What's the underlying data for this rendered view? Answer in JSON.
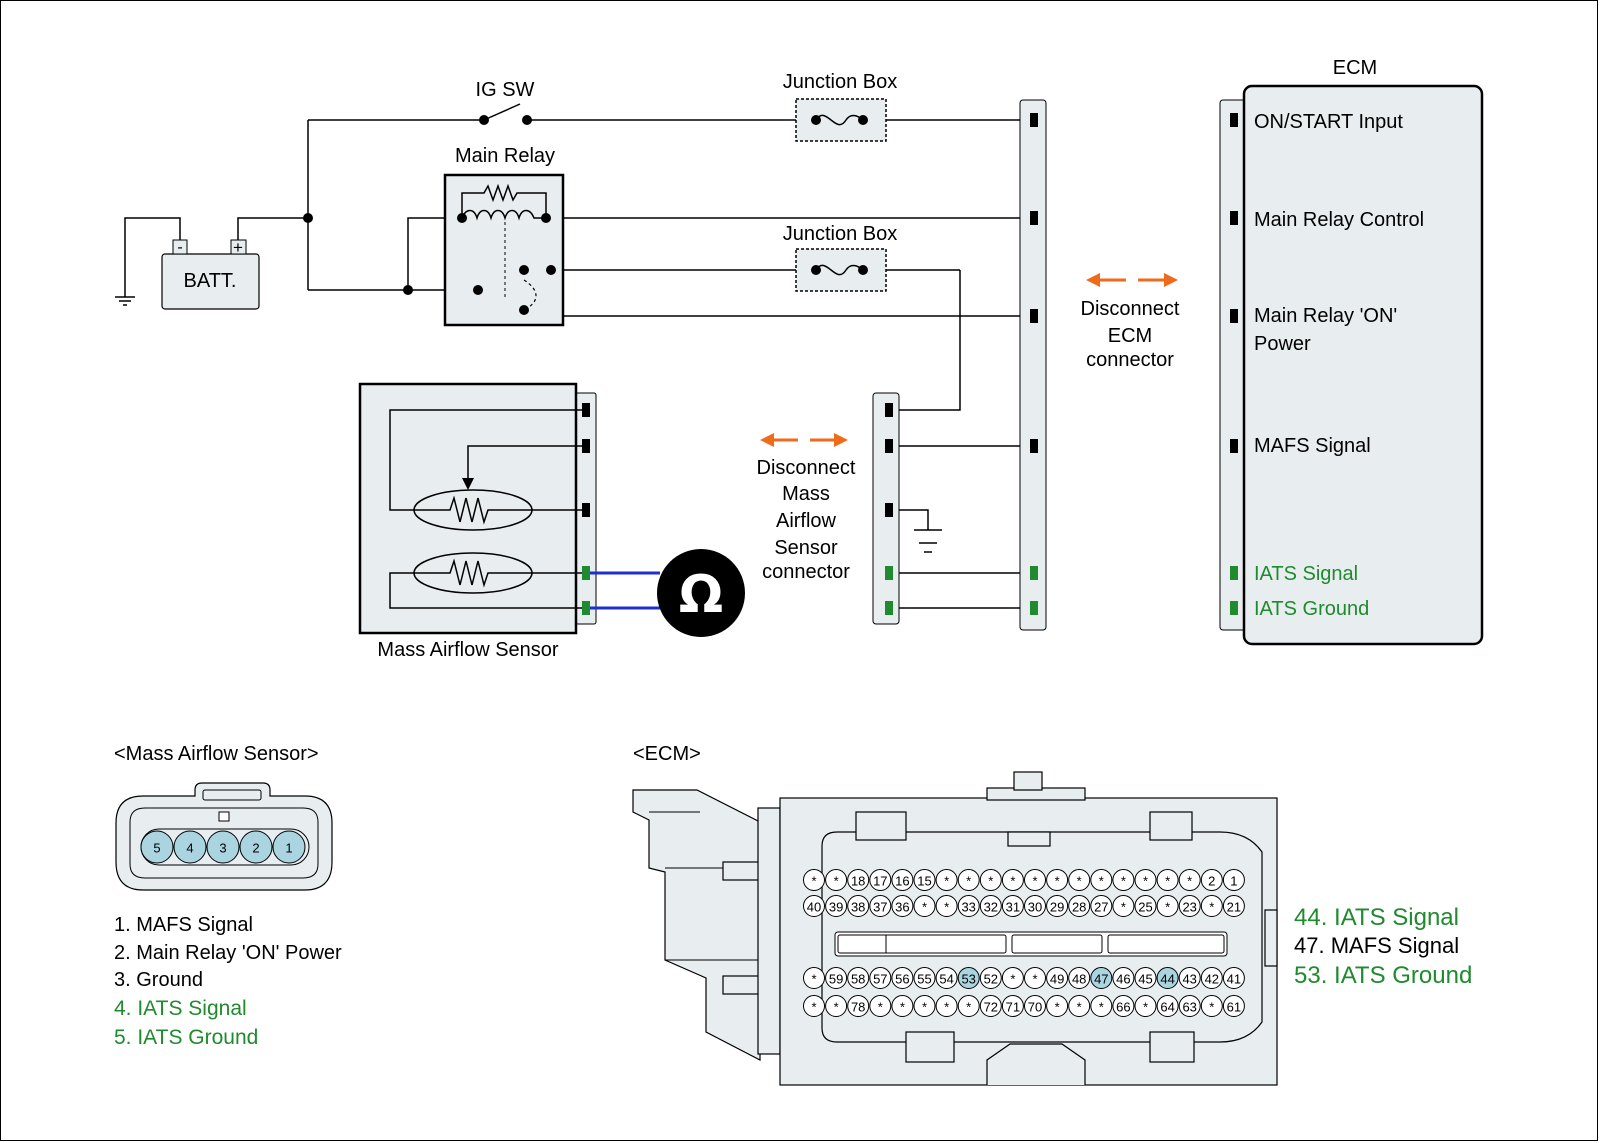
{
  "labels": {
    "ig_sw": "IG SW",
    "junction_box_top": "Junction Box",
    "junction_box_mid": "Junction Box",
    "main_relay": "Main Relay",
    "batt": "BATT.",
    "batt_minus": "-",
    "batt_plus": "+",
    "ecm_title": "ECM",
    "mass_airflow_sensor": "Mass Airflow Sensor",
    "ohm": "Ω"
  },
  "ecm_pins": [
    {
      "label": "ON/START Input",
      "color": "#000000"
    },
    {
      "label": "Main Relay Control",
      "color": "#000000"
    },
    {
      "label": "Main Relay 'ON'",
      "color": "#000000"
    },
    {
      "label": "Power",
      "color": "#000000"
    },
    {
      "label": "MAFS Signal",
      "color": "#000000"
    },
    {
      "label": "IATS Signal",
      "color": "#1f8a2e"
    },
    {
      "label": "IATS Ground",
      "color": "#1f8a2e"
    }
  ],
  "disconnect_ecm": [
    "Disconnect",
    "ECM",
    "connector"
  ],
  "disconnect_maf": [
    "Disconnect",
    "Mass",
    "Airflow",
    "Sensor",
    "connector"
  ],
  "maf_connector": {
    "title": "<Mass Airflow Sensor>",
    "pins": [
      "5",
      "4",
      "3",
      "2",
      "1"
    ],
    "legend": [
      {
        "text": "1. MAFS Signal",
        "color": "#000000"
      },
      {
        "text": "2. Main Relay 'ON' Power",
        "color": "#000000"
      },
      {
        "text": "3. Ground",
        "color": "#000000"
      },
      {
        "text": "4. IATS Signal",
        "color": "#1f8a2e"
      },
      {
        "text": "5. IATS Ground",
        "color": "#1f8a2e"
      }
    ]
  },
  "ecm_connector": {
    "title": "<ECM>",
    "row1": [
      "*",
      "*",
      "18",
      "17",
      "16",
      "15",
      "*",
      "*",
      "*",
      "*",
      "*",
      "*",
      "*",
      "*",
      "*",
      "*",
      "*",
      "*",
      "2",
      "1"
    ],
    "row2": [
      "40",
      "39",
      "38",
      "37",
      "36",
      "*",
      "*",
      "33",
      "32",
      "31",
      "30",
      "29",
      "28",
      "27",
      "*",
      "25",
      "*",
      "23",
      "*",
      "21"
    ],
    "row3": [
      "*",
      "59",
      "58",
      "57",
      "56",
      "55",
      "54",
      "53",
      "52",
      "*",
      "*",
      "49",
      "48",
      "47",
      "46",
      "45",
      "44",
      "43",
      "42",
      "41"
    ],
    "row4": [
      "*",
      "*",
      "78",
      "*",
      "*",
      "*",
      "*",
      "*",
      "72",
      "71",
      "70",
      "*",
      "*",
      "*",
      "66",
      "*",
      "64",
      "63",
      "*",
      "61"
    ],
    "highlighted": [
      "53",
      "47",
      "44"
    ],
    "legend": [
      {
        "text": "44. IATS Signal",
        "color": "#1f8a2e"
      },
      {
        "text": "47. MAFS Signal",
        "color": "#000000"
      },
      {
        "text": "53. IATS Ground",
        "color": "#1f8a2e"
      }
    ]
  },
  "colors": {
    "accent_orange": "#f06a1c",
    "probe_blue": "#1e2fd0",
    "iats_green": "#1f8a2e",
    "fill_light": "#e8eef0",
    "pin_highlight": "#a9d4e0"
  }
}
